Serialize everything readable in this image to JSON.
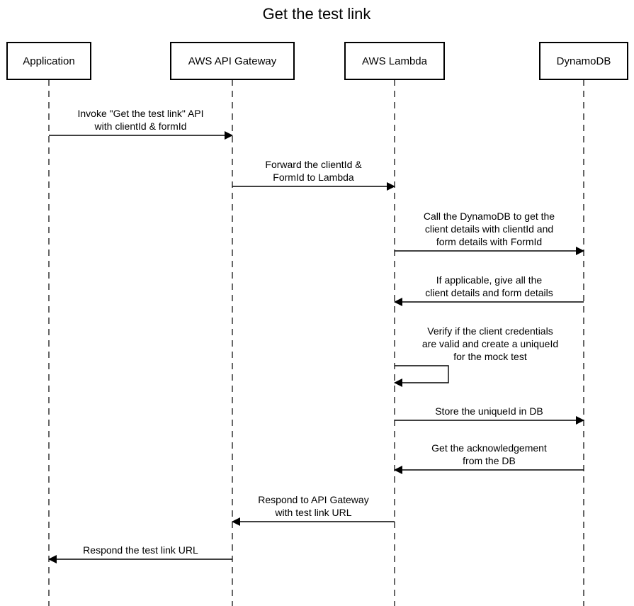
{
  "title": "Get the test link",
  "participants": [
    {
      "id": "app",
      "label": "Application"
    },
    {
      "id": "apigw",
      "label": "AWS API Gateway"
    },
    {
      "id": "lambda",
      "label": "AWS Lambda"
    },
    {
      "id": "dynamo",
      "label": "DynamoDB"
    }
  ],
  "messages": [
    {
      "from": "app",
      "to": "apigw",
      "lines": [
        "Invoke \"Get the test link\" API",
        " with clientId & formId"
      ]
    },
    {
      "from": "apigw",
      "to": "lambda",
      "lines": [
        "Forward the clientId &",
        " FormId to Lambda"
      ]
    },
    {
      "from": "lambda",
      "to": "dynamo",
      "lines": [
        "Call the DynamoDB to get the",
        " client details with clientId and",
        " form details with FormId"
      ]
    },
    {
      "from": "dynamo",
      "to": "lambda",
      "lines": [
        "If applicable, give all the",
        "  client details and form details"
      ]
    },
    {
      "from": "lambda",
      "to": "lambda",
      "lines": [
        "Verify if the client credentials",
        "are valid and create a uniqueId",
        " for the mock test"
      ]
    },
    {
      "from": "lambda",
      "to": "dynamo",
      "lines": [
        "Store the uniqueId in DB"
      ]
    },
    {
      "from": "dynamo",
      "to": "lambda",
      "lines": [
        "Get the acknowledgement",
        " from the DB"
      ]
    },
    {
      "from": "lambda",
      "to": "apigw",
      "lines": [
        "Respond to API Gateway",
        " with test link URL"
      ]
    },
    {
      "from": "apigw",
      "to": "app",
      "lines": [
        "Respond the test link URL"
      ]
    }
  ]
}
